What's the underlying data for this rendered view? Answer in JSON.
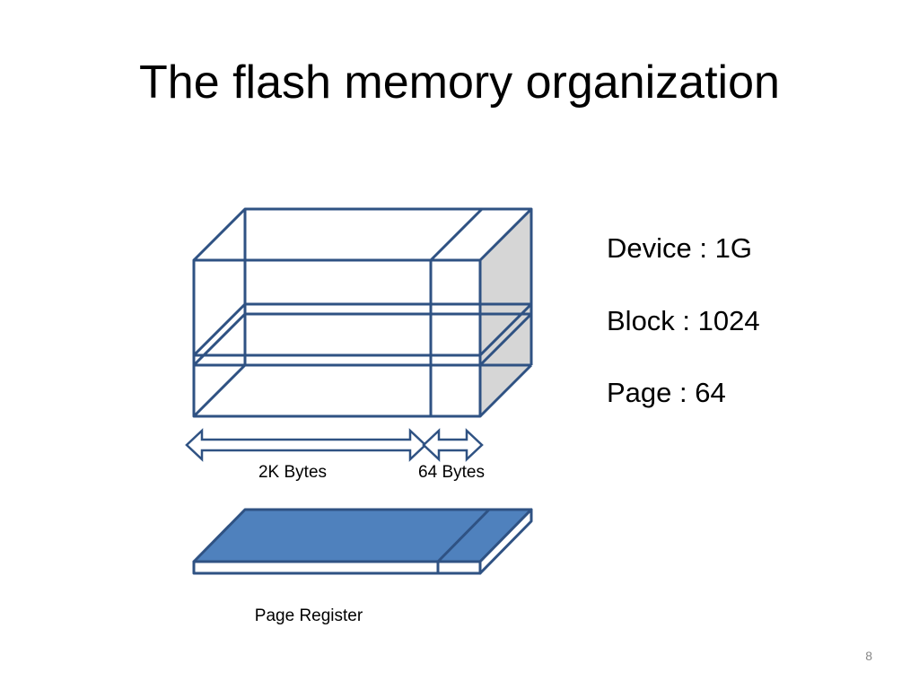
{
  "slide": {
    "title": "The flash memory organization",
    "page_number": "8"
  },
  "stats": {
    "device": "Device : 1G",
    "block": "Block : 1024",
    "page": "Page : 64"
  },
  "diagram": {
    "data_area_label": "2K Bytes",
    "spare_area_label": "64 Bytes",
    "page_register_label": "Page Register",
    "colors": {
      "outline": "#2F5283",
      "side_face": "#D6D6D6",
      "register_top": "#4F81BD"
    }
  }
}
